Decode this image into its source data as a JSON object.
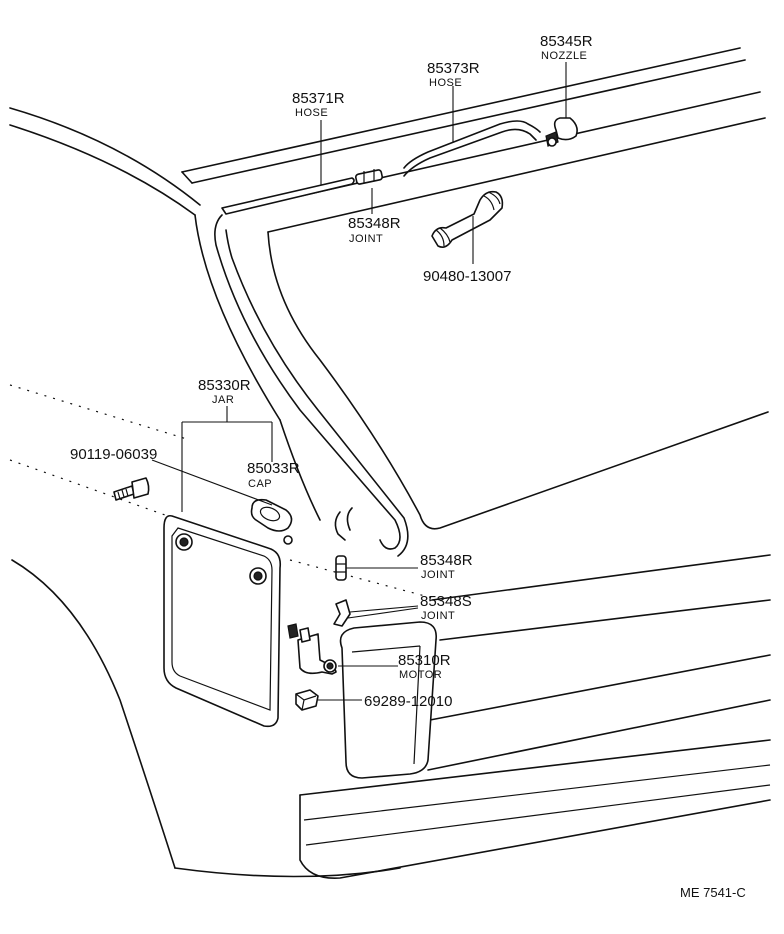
{
  "parts": [
    {
      "id": "85345R",
      "name": "NOZZLE"
    },
    {
      "id": "85373R",
      "name": "HOSE"
    },
    {
      "id": "85371R",
      "name": "HOSE"
    },
    {
      "id": "85348R",
      "name": "JOINT"
    },
    {
      "id": "90480-13007",
      "name": ""
    },
    {
      "id": "85330R",
      "name": "JAR"
    },
    {
      "id": "90119-06039",
      "name": ""
    },
    {
      "id": "85033R",
      "name": "CAP"
    },
    {
      "id": "85348R",
      "name": "JOINT"
    },
    {
      "id": "85348S",
      "name": "JOINT"
    },
    {
      "id": "85310R",
      "name": "MOTOR"
    },
    {
      "id": "69289-12010",
      "name": ""
    }
  ],
  "reference": "ME  7541-C"
}
